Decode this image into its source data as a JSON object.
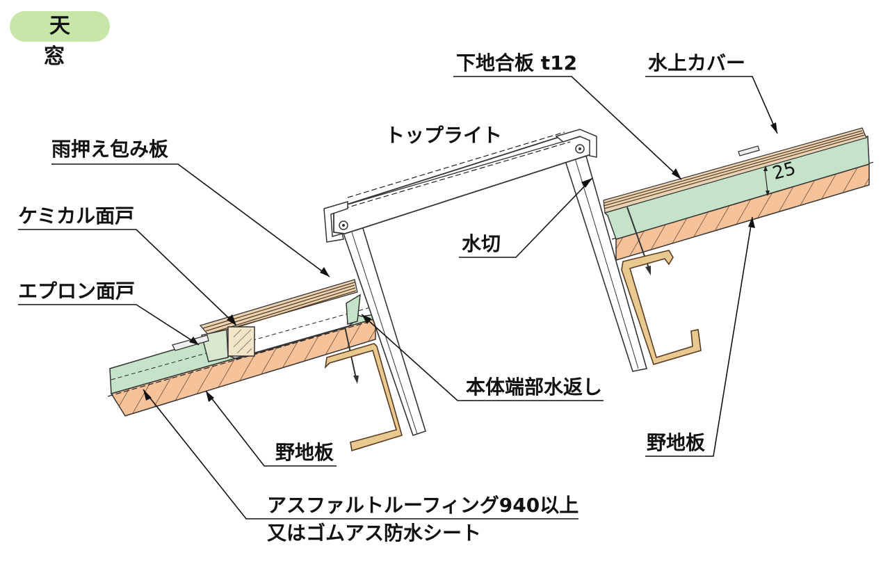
{
  "title": "天　窓",
  "labels": {
    "rain_cover": "雨押え包み板",
    "chemical_face": "ケミカル面戸",
    "apron_face": "エプロン面戸",
    "toplight": "トップライト",
    "base_plywood": "下地合板 t12",
    "upper_cover": "水上カバー",
    "water_cut": "水切",
    "body_end_return": "本体端部水返し",
    "sheathing_left": "野地板",
    "sheathing_right": "野地板",
    "roofing_line1": "アスファルトルーフィング940以上",
    "roofing_line2": "又はゴムアス防水シート",
    "dimension": "25"
  },
  "colors": {
    "title_bg": "#c7e6a8",
    "insulation": "#c5e3c8",
    "sheathing": "#f6c29a",
    "metal_sheet": "#d8bfa0",
    "flashing_brown": "#8a6a3a"
  }
}
